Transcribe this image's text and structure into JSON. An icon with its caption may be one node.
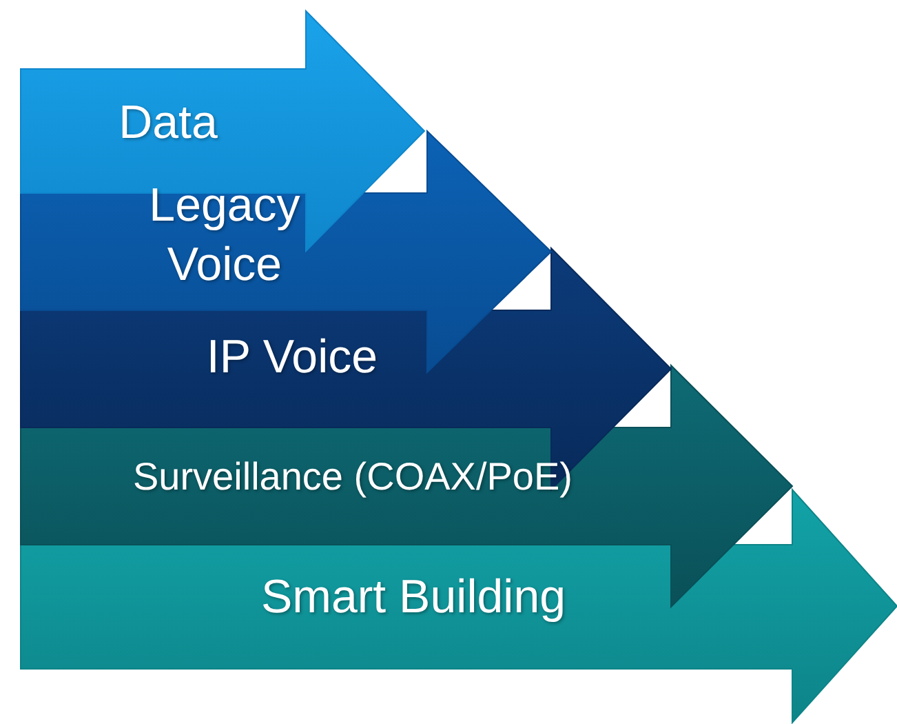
{
  "diagram": {
    "nodes": [
      {
        "text": [
          "Data"
        ]
      },
      {
        "text": [
          "Legacy Voice"
        ]
      },
      {
        "text": [
          "IP Voice"
        ]
      },
      {
        "text": [
          "Surveillance (COAX/PoE)"
        ]
      },
      {
        "text": [
          "Smart Building"
        ]
      }
    ]
  }
}
